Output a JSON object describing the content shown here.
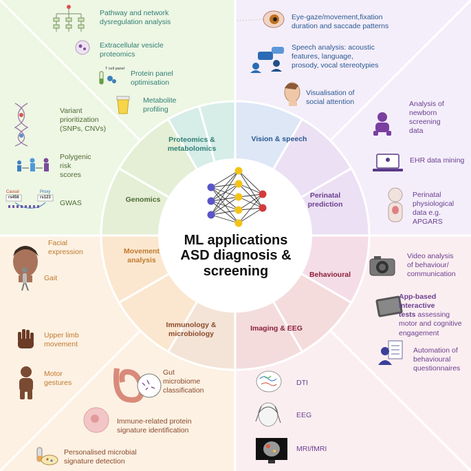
{
  "center": {
    "title_line1": "ML applications",
    "title_line2": "ASD diagnosis &",
    "title_line3": "screening"
  },
  "segments": {
    "proteomics_1": "Proteomics &",
    "proteomics_2": "metabolomics",
    "vision": "Vision & speech",
    "perinatal_1": "Perinatal",
    "perinatal_2": "prediction",
    "genomics": "Genomics",
    "behavioural": "Behavioural",
    "movement_1": "Movement",
    "movement_2": "analysis",
    "imaging": "Imaging & EEG",
    "immunology_1": "Immunology &",
    "immunology_2": "microbiology"
  },
  "items": {
    "pathway_1": "Pathway and network",
    "pathway_2": "dysregulation analysis",
    "vesicle_1": "Extracellular vesicle",
    "vesicle_2": "proteomics",
    "protein_panel_1": "Protein panel",
    "protein_panel_2": "optimisation",
    "t_cell_panel": "T cell panel",
    "metabolite_1": "Metabolite",
    "metabolite_2": "profiling",
    "variant_1": "Variant",
    "variant_2": "prioritization",
    "variant_3": "(SNPs, CNVs)",
    "polygenic_1": "Polygenic",
    "polygenic_2": "risk",
    "polygenic_3": "scores",
    "gwas": "GWAS",
    "causal": "Causal",
    "proxy": "Proxy",
    "rs456": "rs456",
    "rs123": "rs123",
    "eye_1": "Eye-gaze/movement,fixation",
    "eye_2": "duration and saccade patterns",
    "speech_1": "Speech analysis: acoustic",
    "speech_2": "features, language,",
    "speech_3": "prosody, vocal stereotypies",
    "social_1": "Visualisation of",
    "social_2": "social attention",
    "newborn_1": "Analysis of",
    "newborn_2": "newborn",
    "newborn_3": "screening",
    "newborn_4": "data",
    "ehr": "EHR data mining",
    "perinatal_phys_1": "Perinatal",
    "perinatal_phys_2": "physiological",
    "perinatal_phys_3": "data e.g.",
    "perinatal_phys_4": "APGARS",
    "facial_1": "Facial",
    "facial_2": "expression",
    "gait": "Gait",
    "upper_1": "Upper limb",
    "upper_2": "movement",
    "motor_1": "Motor",
    "motor_2": "gestures",
    "video_1": "Video analysis",
    "video_2": "of behaviour/",
    "video_3": "communication",
    "app_1_bold": "App-based interactive",
    "app_2_bold": "tests",
    "app_2_rest": " assessing",
    "app_3": "motor and cognitive",
    "app_4": "engagement",
    "auto_1": "Automation of",
    "auto_2": "behavioural",
    "auto_3": "questionnaires",
    "gut_1": "Gut",
    "gut_2": "microbiome",
    "gut_3": "classification",
    "immune_1": "Immune-related protein",
    "immune_2": "signature identification",
    "microbial_1": "Personalised microbial",
    "microbial_2": "signature detection",
    "dti": "DTI",
    "eeg": "EEG",
    "mri": "MRI/fMRI"
  },
  "colors": {
    "q_tl": "#eef6e4",
    "q_tr": "#f4eefa",
    "q_bl": "#fcf1e3",
    "q_br": "#fbeef1",
    "genomics": "#e4efd6",
    "proteomics": "#d6ede8",
    "vision": "#dde7f6",
    "perinatal": "#ece0f4",
    "behavioural": "#f5dde8",
    "imaging": "#f4dcdc",
    "immunology": "#f4e4d7",
    "movement": "#fbe7cf",
    "divider": "#ffffff",
    "node_purple": "#5a55c8",
    "node_yellow": "#f3c318",
    "node_red": "#d23b3b"
  },
  "icons": {
    "pathway": "network-tree-icon",
    "vesicle": "vesicle-icon",
    "protein_panel": "test-tube-icon",
    "metabolite": "urine-cup-icon",
    "variant": "dna-icon",
    "polygenic": "family-icon",
    "gwas": "gwas-icon",
    "eye": "eye-icon",
    "speech": "conversation-icon",
    "social": "head-profile-icon",
    "newborn": "baby-icon",
    "ehr": "laptop-icon",
    "perinatal": "infant-body-icon",
    "facial": "face-icon",
    "gait": "walking-person-icon",
    "upper": "hand-icon",
    "motor": "child-silhouette-icon",
    "video": "camera-icon",
    "app": "tablet-icon",
    "auto": "questionnaire-icon",
    "gut": "intestine-icon",
    "immune": "cell-icon",
    "microbial": "microbe-plate-icon",
    "dti": "brain-dti-icon",
    "eeg": "eeg-head-icon",
    "mri": "mri-monitor-icon",
    "network": "neural-network-icon"
  }
}
